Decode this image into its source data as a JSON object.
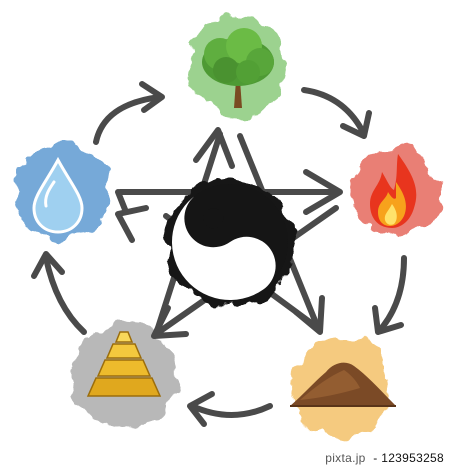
{
  "colors": {
    "arrow": "#4a4a4a",
    "wood_wash": "#7cc36a",
    "fire_wash": "#e04a3a",
    "earth_wash": "#f2b54a",
    "metal_wash": "#8a8a8a",
    "water_wash": "#3d86c8",
    "yinyang_dark": "#151515",
    "yinyang_light": "#ffffff"
  },
  "elements": [
    {
      "key": "wood",
      "icon": "tree-icon"
    },
    {
      "key": "fire",
      "icon": "flame-icon"
    },
    {
      "key": "earth",
      "icon": "soil-pile-icon"
    },
    {
      "key": "metal",
      "icon": "gold-ingot-pyramid-icon"
    },
    {
      "key": "water",
      "icon": "water-drop-icon"
    }
  ],
  "center_icon": "yin-yang-icon",
  "cycle": {
    "generating": [
      "wood",
      "fire",
      "earth",
      "metal",
      "water"
    ],
    "overcoming": [
      "wood",
      "earth",
      "water",
      "fire",
      "metal"
    ]
  },
  "credit": {
    "site": "pixta.jp",
    "separator": " - ",
    "id": "123953258"
  }
}
